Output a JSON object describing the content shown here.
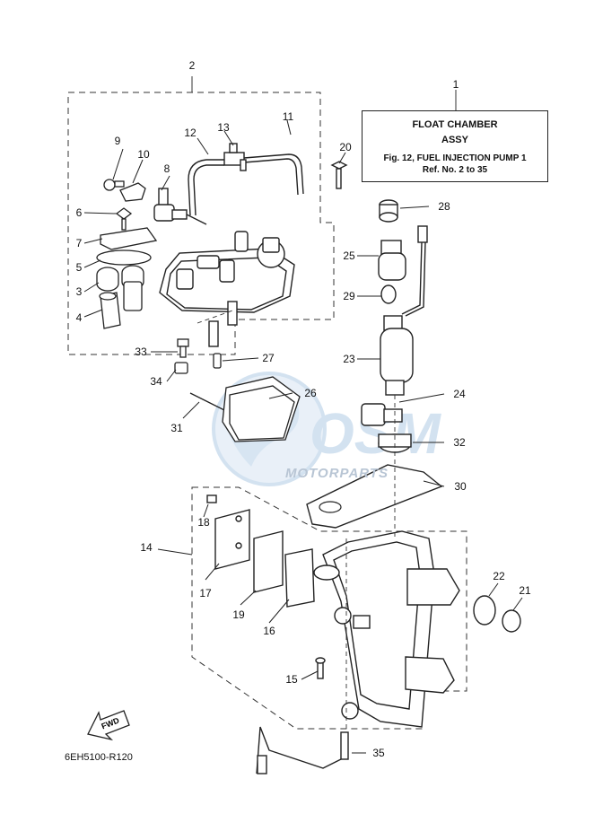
{
  "title_box": {
    "line1": "FLOAT CHAMBER",
    "line2": "ASSY",
    "line3": "Fig. 12, FUEL INJECTION PUMP 1",
    "line4": "Ref. No. 2 to 35"
  },
  "diagram_code": "6EH5100-R120",
  "fwd_label": "FWD",
  "watermark": {
    "brand": "MOTORPARTS",
    "logo": "OSM",
    "color": "#9fc0e0"
  },
  "parts": {
    "p1": "1",
    "p2": "2",
    "p3": "3",
    "p4": "4",
    "p5": "5",
    "p6": "6",
    "p7": "7",
    "p8": "8",
    "p9": "9",
    "p10": "10",
    "p11": "11",
    "p12": "12",
    "p13": "13",
    "p14": "14",
    "p15": "15",
    "p16": "16",
    "p17": "17",
    "p18": "18",
    "p19": "19",
    "p20": "20",
    "p21": "21",
    "p22": "22",
    "p23": "23",
    "p24": "24",
    "p25": "25",
    "p26": "26",
    "p27": "27",
    "p28": "28",
    "p29": "29",
    "p30": "30",
    "p31": "31",
    "p32": "32",
    "p33": "33",
    "p34": "34",
    "p35": "35"
  }
}
